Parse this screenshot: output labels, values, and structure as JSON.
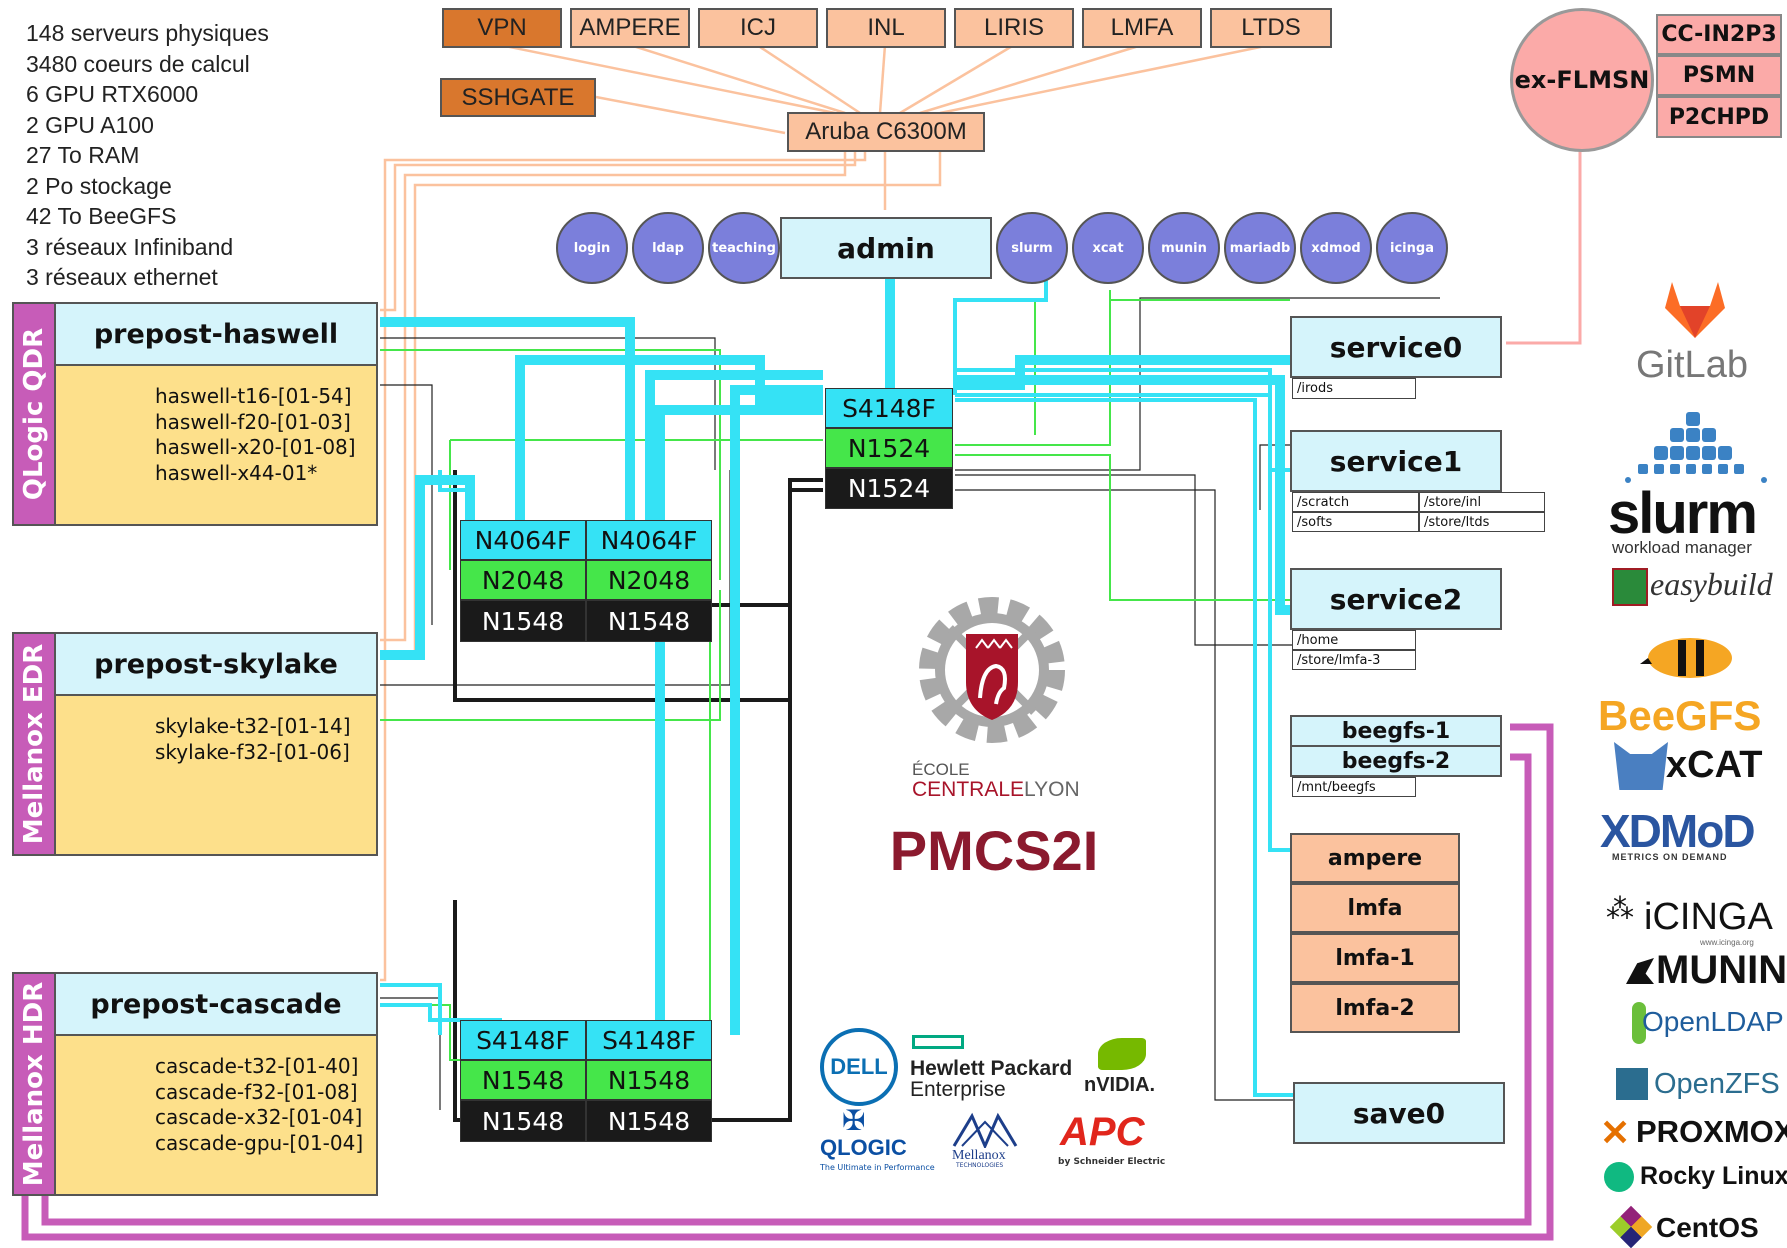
{
  "stats": [
    "148 serveurs physiques",
    "3480 coeurs de calcul",
    "6 GPU RTX6000",
    "2 GPU A100",
    "27 To RAM",
    "2 Po stockage",
    "42 To BeeGFS",
    "3 réseaux Infiniband",
    "3 réseaux ethernet"
  ],
  "external_labs": [
    "VPN",
    "AMPERE",
    "ICJ",
    "INL",
    "LIRIS",
    "LMFA",
    "LTDS"
  ],
  "sshgate": "SSHGATE",
  "router": "Aruba C6300M",
  "admin": "admin",
  "admin_services_left": [
    "login",
    "ldap",
    "teaching"
  ],
  "admin_services_right": [
    "slurm",
    "xcat",
    "munin",
    "mariadb",
    "xdmod",
    "icinga"
  ],
  "partitions": [
    {
      "network": "QLogic QDR",
      "name": "prepost-haswell",
      "nodes": [
        "haswell-t16-[01-54]",
        "haswell-f20-[01-03]",
        "haswell-x20-[01-08]",
        "haswell-x44-01*"
      ]
    },
    {
      "network": "Mellanox EDR",
      "name": "prepost-skylake",
      "nodes": [
        "skylake-t32-[01-14]",
        "skylake-f32-[01-06]"
      ]
    },
    {
      "network": "Mellanox HDR",
      "name": "prepost-cascade",
      "nodes": [
        "cascade-t32-[01-40]",
        "cascade-f32-[01-08]",
        "cascade-x32-[01-04]",
        "cascade-gpu-[01-04]"
      ]
    }
  ],
  "core_switch": [
    "S4148F",
    "N1524",
    "N1524"
  ],
  "top_switches": [
    [
      "N4064F",
      "N2048",
      "N1548"
    ],
    [
      "N4064F",
      "N2048",
      "N1548"
    ]
  ],
  "bottom_switches": [
    [
      "S4148F",
      "N1548",
      "N1548"
    ],
    [
      "S4148F",
      "N1548",
      "N1548"
    ]
  ],
  "services": [
    {
      "name": "service0",
      "mounts": [
        "/irods"
      ]
    },
    {
      "name": "service1",
      "mounts": [
        "/scratch",
        "/store/inl",
        "/softs",
        "/store/ltds"
      ]
    },
    {
      "name": "service2",
      "mounts": [
        "/home",
        "/store/lmfa-3"
      ]
    }
  ],
  "beegfs": [
    "beegfs-1",
    "beegfs-2"
  ],
  "beegfs_mount": "/mnt/beegfs",
  "lab_storage": [
    "ampere",
    "lmfa",
    "lmfa-1",
    "lmfa-2"
  ],
  "save": "save0",
  "ex_flmsn": "ex-FLMSN",
  "partner_sites": [
    "CC-IN2P3",
    "PSMN",
    "P2CHPD"
  ],
  "school": {
    "line1": "ÉCOLE",
    "line2a": "CENTRALE",
    "line2b": "LYON"
  },
  "project": "PMCS2I",
  "vendor_logos": {
    "dell": "DELL",
    "hpe1": "Hewlett Packard",
    "hpe2": "Enterprise",
    "nvidia": "nVIDIA.",
    "qlogic": "QLOGIC",
    "qlogic_tag": "The Ultimate in Performance",
    "mellanox": "Mellanox",
    "mellanox_tag": "TECHNOLOGIES",
    "apc": "APC",
    "apc_tag": "by Schneider Electric"
  },
  "software_logos": {
    "gitlab": "GitLab",
    "slurm": "slurm",
    "slurm_tag": "workload manager",
    "easybuild": "easybuild",
    "beegfs": "BeeGFS",
    "xcat": "xCAT",
    "xdmod": "XDMoD",
    "xdmod_tag": "METRICS ON DEMAND",
    "icinga": "iCINGA",
    "icinga_tag": "www.icinga.org",
    "munin": "MUNIN",
    "openldap": "OpenLDAP",
    "openzfs": "OpenZFS",
    "proxmox": "PROXMOX",
    "rocky": "Rocky Linux",
    "centos": "CentOS"
  },
  "colors": {
    "ethernet": "#fbc29e",
    "ib_cyan": "#35e2f5",
    "green": "#45e64a",
    "black": "#1a1a1a",
    "purple": "#c75cb8",
    "pink": "#fbaaa8",
    "brand_red": "#8b1a2e"
  }
}
